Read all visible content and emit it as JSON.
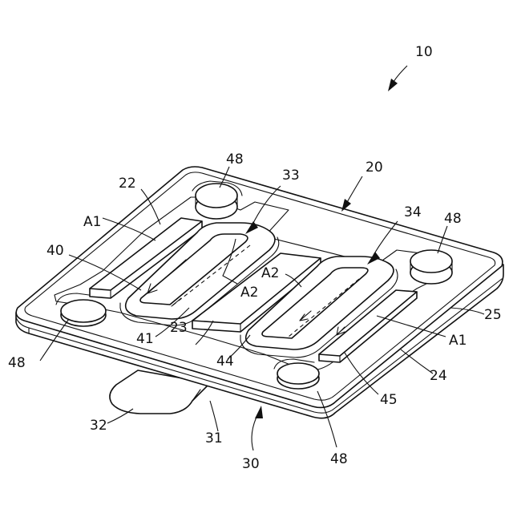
{
  "figure": {
    "labels": {
      "device": "10",
      "heat_sink": "20",
      "plate_22": "22",
      "plate_23": "23",
      "plate_24": "24",
      "plate_edge": "25",
      "tab_base": "30",
      "tab_body": "31",
      "tab_end": "32",
      "coil_left": "33",
      "coil_right": "34",
      "coil_part_40": "40",
      "coil_part_41": "41",
      "coil_part_44": "44",
      "coil_part_45": "45",
      "post_top_left": "48",
      "post_top_right": "48",
      "post_left": "48",
      "post_bottom": "48",
      "flow_a1_left": "A1",
      "flow_a1_right": "A1",
      "flow_a2_left": "A2",
      "flow_a2_right": "A2"
    },
    "colors": {
      "line": "#111111",
      "background": "#ffffff"
    }
  }
}
